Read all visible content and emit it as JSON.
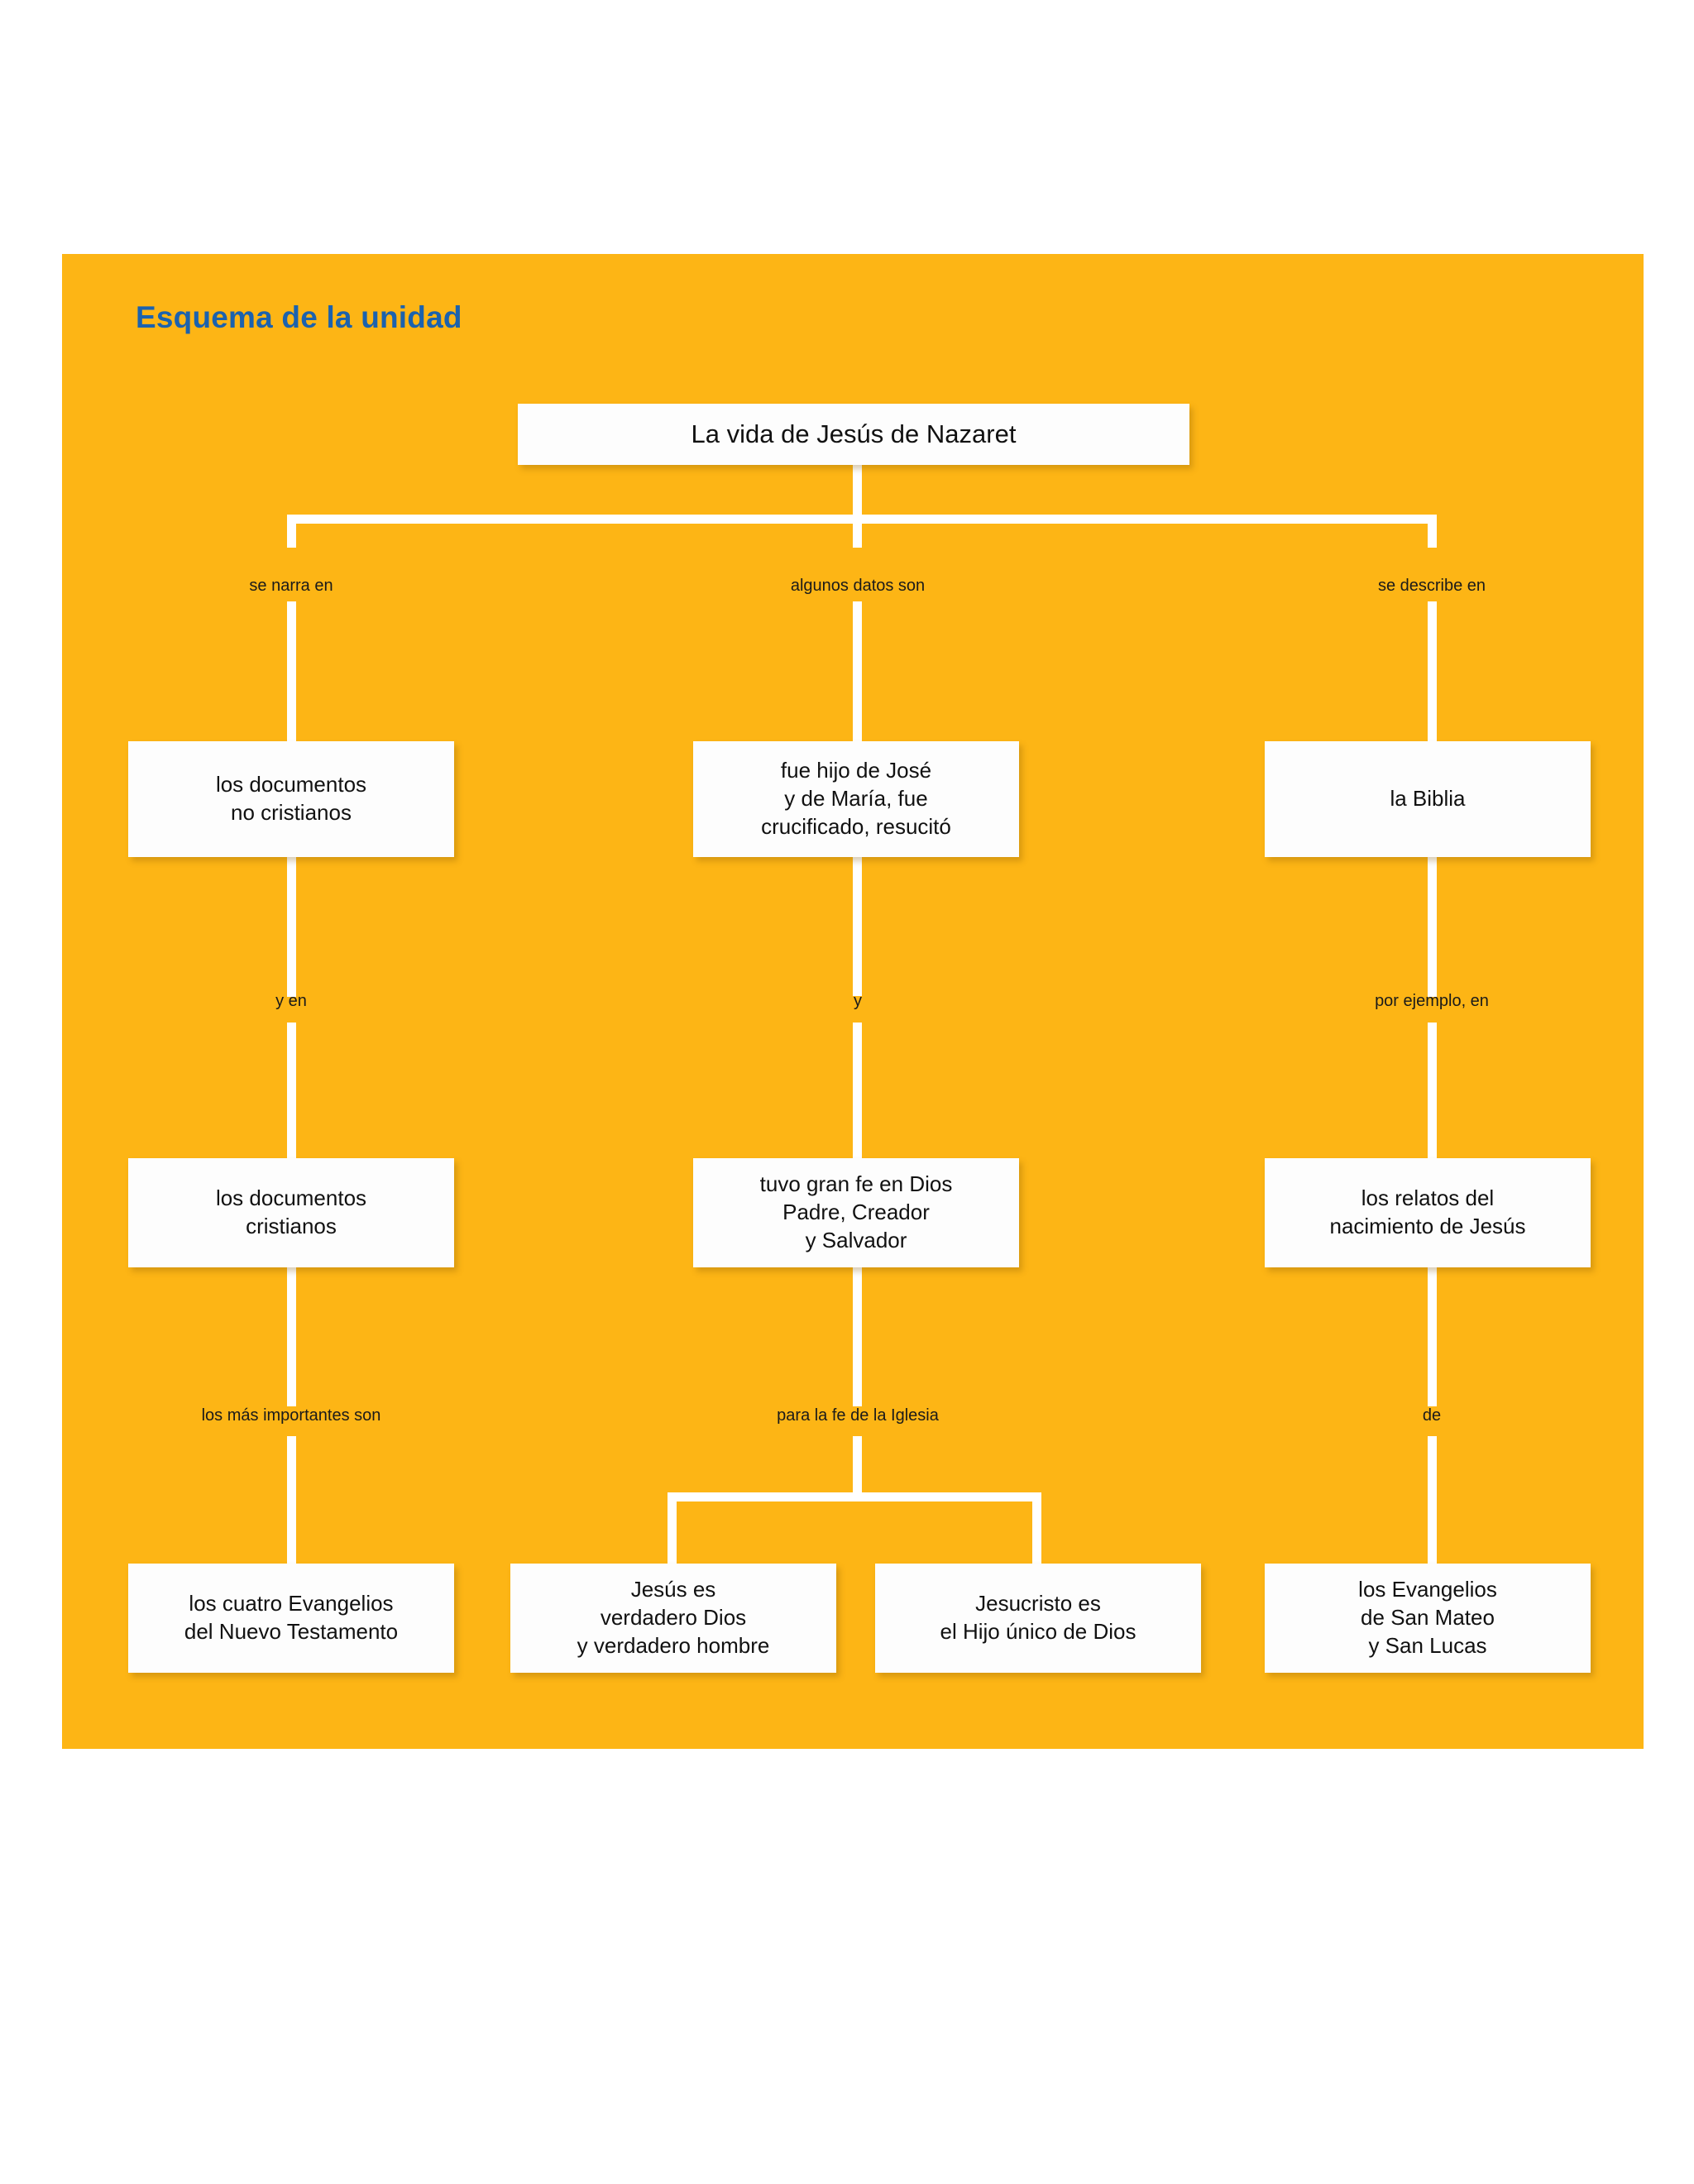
{
  "panel": {
    "title": "Esquema de la unidad",
    "background_color": "#FDB515",
    "title_color": "#1B62AE",
    "connector_color": "#FFFFFF",
    "node_background": "#FDFDFD"
  },
  "diagram": {
    "type": "tree",
    "root": {
      "id": "root",
      "text": "La vida de Jesús de Nazaret"
    },
    "branches": [
      {
        "id": "branch-left",
        "edge_labels": [
          "se narra en",
          "y en",
          "los más importantes son"
        ],
        "nodes": [
          {
            "id": "left-1",
            "line1": "los documentos",
            "line2": "no cristianos",
            "line3": ""
          },
          {
            "id": "left-2",
            "line1": "los documentos",
            "line2": "cristianos",
            "line3": ""
          },
          {
            "id": "left-3",
            "line1": "los cuatro Evangelios",
            "line2": "del Nuevo Testamento",
            "line3": ""
          }
        ]
      },
      {
        "id": "branch-center",
        "edge_labels": [
          "algunos datos son",
          "y",
          "para la fe de la Iglesia"
        ],
        "nodes": [
          {
            "id": "center-1",
            "line1": "fue hijo de José",
            "line2": "y de María, fue",
            "line3": "crucificado, resucitó"
          },
          {
            "id": "center-2",
            "line1": "tuvo gran fe en Dios",
            "line2": "Padre, Creador",
            "line3": "y Salvador"
          },
          {
            "id": "center-3a",
            "line1": "Jesús es",
            "line2": "verdadero Dios",
            "line3": "y verdadero hombre"
          },
          {
            "id": "center-3b",
            "line1": "Jesucristo es",
            "line2": "el Hijo único de Dios",
            "line3": ""
          }
        ]
      },
      {
        "id": "branch-right",
        "edge_labels": [
          "se describe en",
          "por ejemplo, en",
          "de"
        ],
        "nodes": [
          {
            "id": "right-1",
            "line1": "la Biblia",
            "line2": "",
            "line3": ""
          },
          {
            "id": "right-2",
            "line1": "los relatos del",
            "line2": "nacimiento de Jesús",
            "line3": ""
          },
          {
            "id": "right-3",
            "line1": "los Evangelios",
            "line2": "de San Mateo",
            "line3": "y San Lucas"
          }
        ]
      }
    ]
  }
}
